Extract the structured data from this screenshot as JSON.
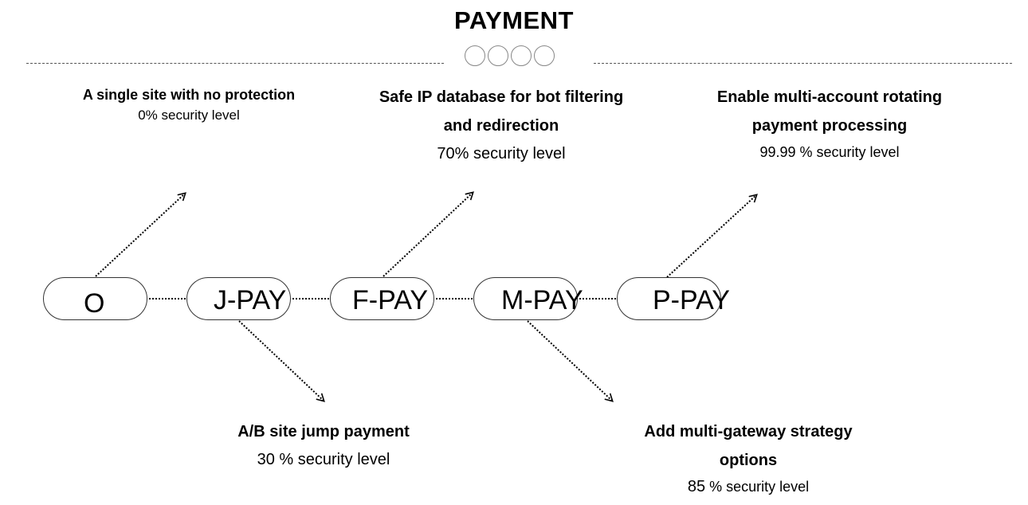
{
  "header": {
    "title": "PAYMENT",
    "step_indicators": 4
  },
  "stages": [
    {
      "id": "o",
      "label": "O"
    },
    {
      "id": "j-pay",
      "label": "J-PAY"
    },
    {
      "id": "f-pay",
      "label": "F-PAY"
    },
    {
      "id": "m-pay",
      "label": "M-PAY"
    },
    {
      "id": "p-pay",
      "label": "P-PAY"
    }
  ],
  "annotations": [
    {
      "stage": "O",
      "position": "top",
      "heading": "A single site with no protection",
      "security": "0% security level",
      "security_value": 0
    },
    {
      "stage": "J-PAY",
      "position": "bottom",
      "heading": "A/B site jump payment",
      "security": "30 % security level",
      "security_value": 30
    },
    {
      "stage": "F-PAY",
      "position": "top",
      "heading_line1": "Safe IP database for bot filtering",
      "heading_line2": "and redirection",
      "security": "70% security level",
      "security_value": 70
    },
    {
      "stage": "M-PAY",
      "position": "bottom",
      "heading_line1": "Add multi-gateway strategy",
      "heading_line2": "options",
      "security_num": "85",
      "security_rest": " % security level",
      "security_value": 85
    },
    {
      "stage": "P-PAY",
      "position": "top",
      "heading_line1": "Enable multi-account rotating",
      "heading_line2": "payment processing",
      "security": "99.99 % security level",
      "security_value": 99.99
    }
  ],
  "colors": {
    "line": "#000000",
    "rule": "#555555",
    "pill_border": "#333333",
    "indicator": "#888888"
  }
}
